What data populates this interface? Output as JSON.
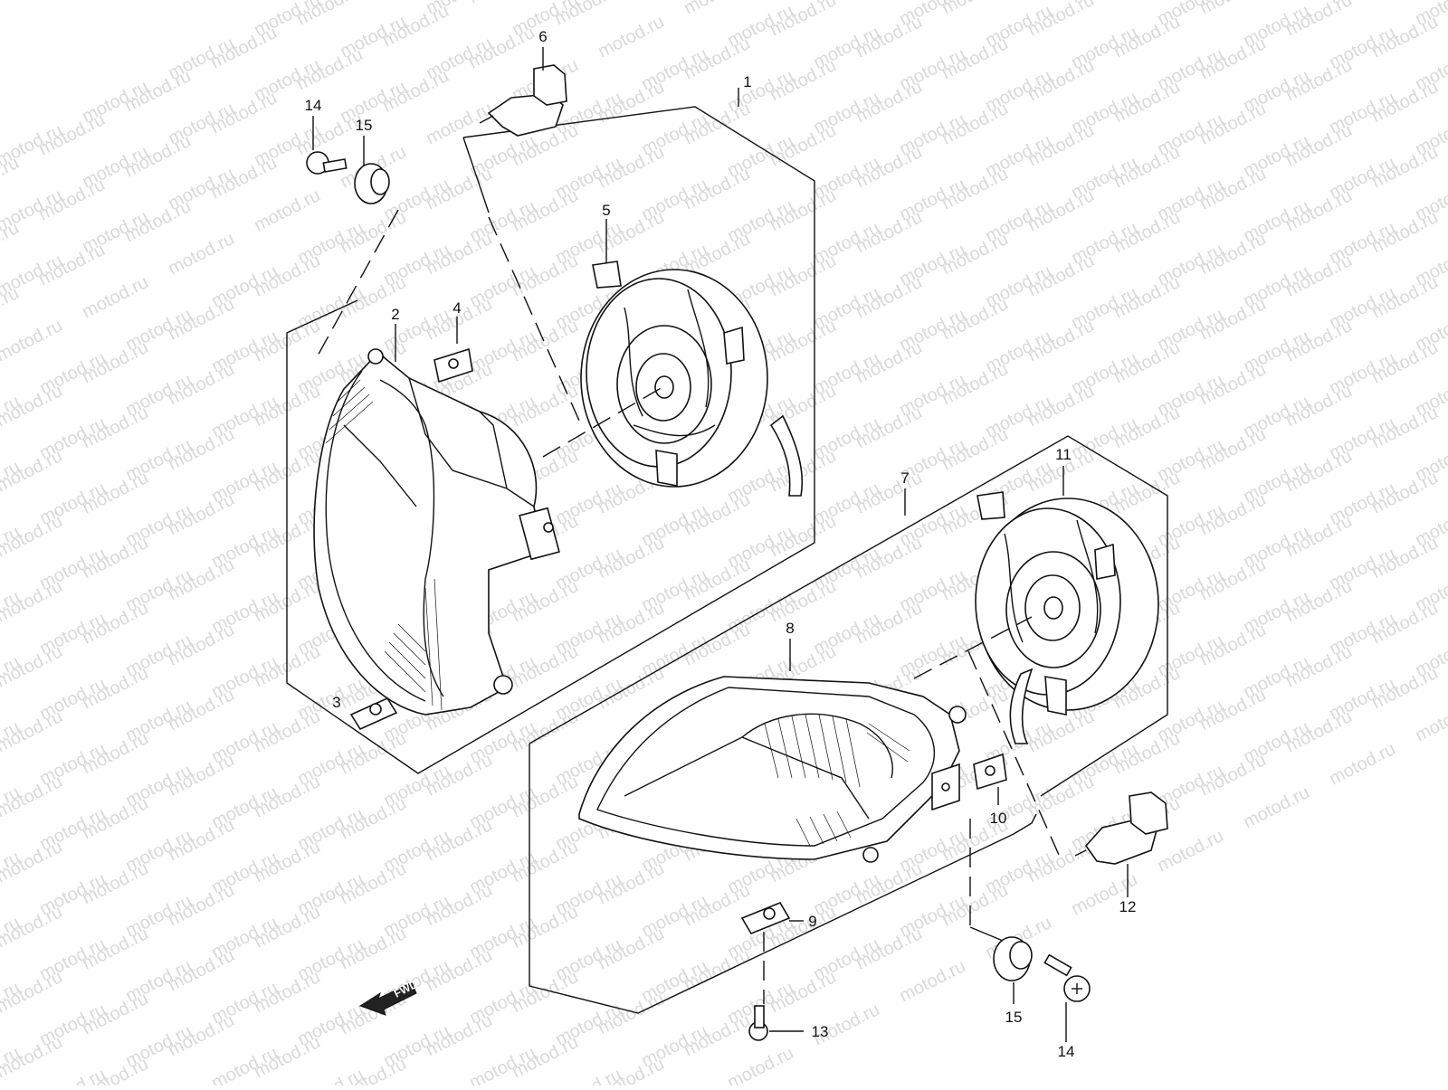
{
  "diagram": {
    "watermark_text": "motod.ru",
    "fwd_label": "FWD",
    "callouts": {
      "c1": "1",
      "c2": "2",
      "c3": "3",
      "c4": "4",
      "c5": "5",
      "c6": "6",
      "c7": "7",
      "c8": "8",
      "c9": "9",
      "c10": "10",
      "c11": "11",
      "c12": "12",
      "c13": "13",
      "c14a": "14",
      "c14b": "14",
      "c15a": "15",
      "c15b": "15"
    }
  }
}
